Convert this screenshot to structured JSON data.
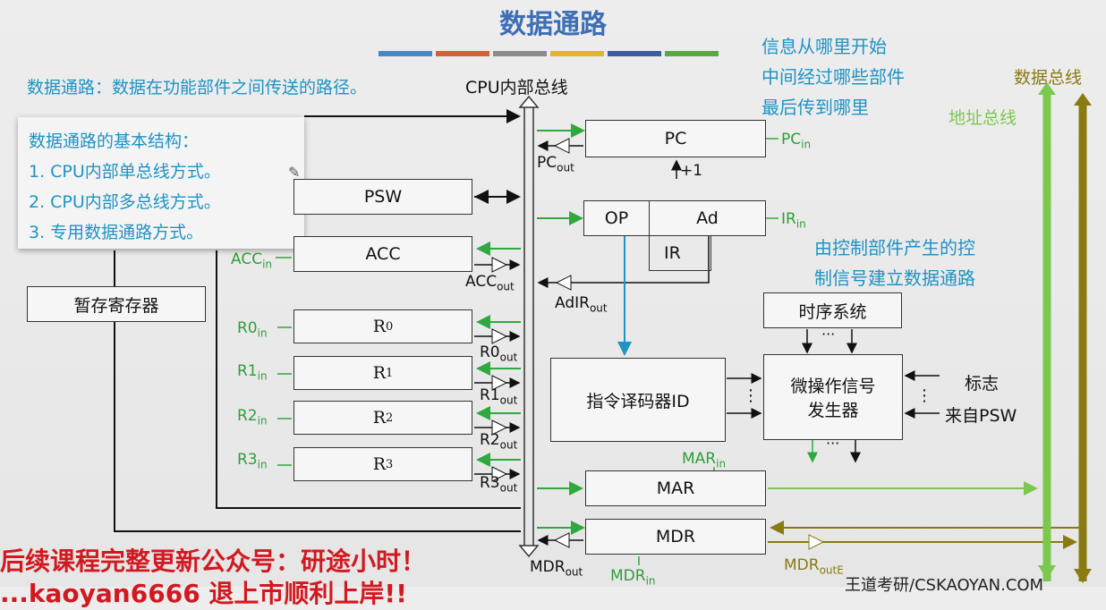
{
  "title": "数据通路",
  "stripe_colors": [
    "#4a86c5",
    "#d1633a",
    "#8b8b8b",
    "#e6b427",
    "#3a5fa0",
    "#5aa842"
  ],
  "definition": "数据通路：数据在功能部件之间传送的路径。",
  "bus_label": "CPU内部总线",
  "top_notes": [
    "信息从哪里开始",
    "中间经过哪些部件",
    "最后传到哪里"
  ],
  "mid_note": [
    "由控制部件产生的控",
    "制信号建立数据通路"
  ],
  "data_bus_label": "数据总线",
  "address_bus_label": "地址总线",
  "structure_note": {
    "heading": "数据通路的基本结构：",
    "items": [
      "1.  CPU内部单总线方式。",
      "2.  CPU内部多总线方式。",
      "3.  专用数据通路方式。"
    ]
  },
  "registers": {
    "psw": "PSW",
    "acc": "ACC",
    "temp": "暂存寄存器",
    "r0": "R",
    "r1": "R",
    "r2": "R",
    "r3": "R",
    "r0_sub": "0",
    "r1_sub": "1",
    "r2_sub": "2",
    "r3_sub": "3",
    "pc": "PC",
    "op": "OP",
    "ad": "Ad",
    "ir": "IR",
    "mar": "MAR",
    "mdr": "MDR",
    "decoder": "指令译码器ID",
    "timing": "时序系统",
    "micro_gen_1": "微操作信号",
    "micro_gen_2": "发生器",
    "flags_1": "标志",
    "flags_2": "来自PSW",
    "plus_one": "+1",
    "dots_v": "⋮",
    "dots_h": "···"
  },
  "signals": {
    "acc_in": [
      "ACC",
      "in"
    ],
    "acc_out": [
      "ACC",
      "out"
    ],
    "r0_in": [
      "R0",
      "in"
    ],
    "r0_out": [
      "R0",
      "out"
    ],
    "r1_in": [
      "R1",
      "in"
    ],
    "r1_out": [
      "R1",
      "out"
    ],
    "r2_in": [
      "R2",
      "in"
    ],
    "r2_out": [
      "R2",
      "out"
    ],
    "r3_in": [
      "R3",
      "in"
    ],
    "r3_out": [
      "R3",
      "out"
    ],
    "pc_in": [
      "PC",
      "in"
    ],
    "pc_out": [
      "PC",
      "out"
    ],
    "ir_in": [
      "IR",
      "in"
    ],
    "adir_out": [
      "AdIR",
      "out"
    ],
    "mar_in": [
      "MAR",
      "in"
    ],
    "mdr_out": [
      "MDR",
      "out"
    ],
    "mdr_in": [
      "MDR",
      "in"
    ],
    "mdr_oute": [
      "MDR",
      "outE"
    ]
  },
  "promo_line1": "后续课程完整更新公众号：研途小时！",
  "promo_line2": "...kaoyan6666 退上市顺利上岸!!",
  "watermark": "王道考研/CSKAOYAN.COM"
}
